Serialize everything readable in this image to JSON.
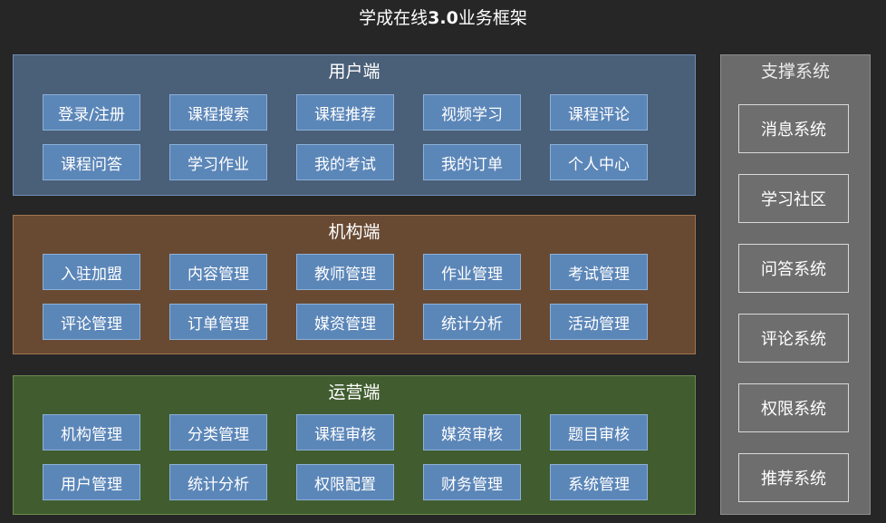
{
  "title": {
    "prefix": "学成在线",
    "version": "3.0",
    "suffix": "业务框架"
  },
  "user_panel": {
    "title": "用户端",
    "items": [
      "登录/注册",
      "课程搜索",
      "课程推荐",
      "视频学习",
      "课程评论",
      "课程问答",
      "学习作业",
      "我的考试",
      "我的订单",
      "个人中心"
    ]
  },
  "org_panel": {
    "title": "机构端",
    "items": [
      "入驻加盟",
      "内容管理",
      "教师管理",
      "作业管理",
      "考试管理",
      "评论管理",
      "订单管理",
      "媒资管理",
      "统计分析",
      "活动管理"
    ]
  },
  "ops_panel": {
    "title": "运营端",
    "items": [
      "机构管理",
      "分类管理",
      "课程审核",
      "媒资审核",
      "题目审核",
      "用户管理",
      "统计分析",
      "权限配置",
      "财务管理",
      "系统管理"
    ]
  },
  "support_panel": {
    "title": "支撑系统",
    "items": [
      "消息系统",
      "学习社区",
      "问答系统",
      "评论系统",
      "权限系统",
      "推荐系统"
    ]
  },
  "colors": {
    "background": "#262626",
    "user_panel": "#4a5f78",
    "org_panel": "#684a33",
    "ops_panel": "#415d2f",
    "module_box": "#5b86b8",
    "support_panel": "#6b6b6b"
  }
}
